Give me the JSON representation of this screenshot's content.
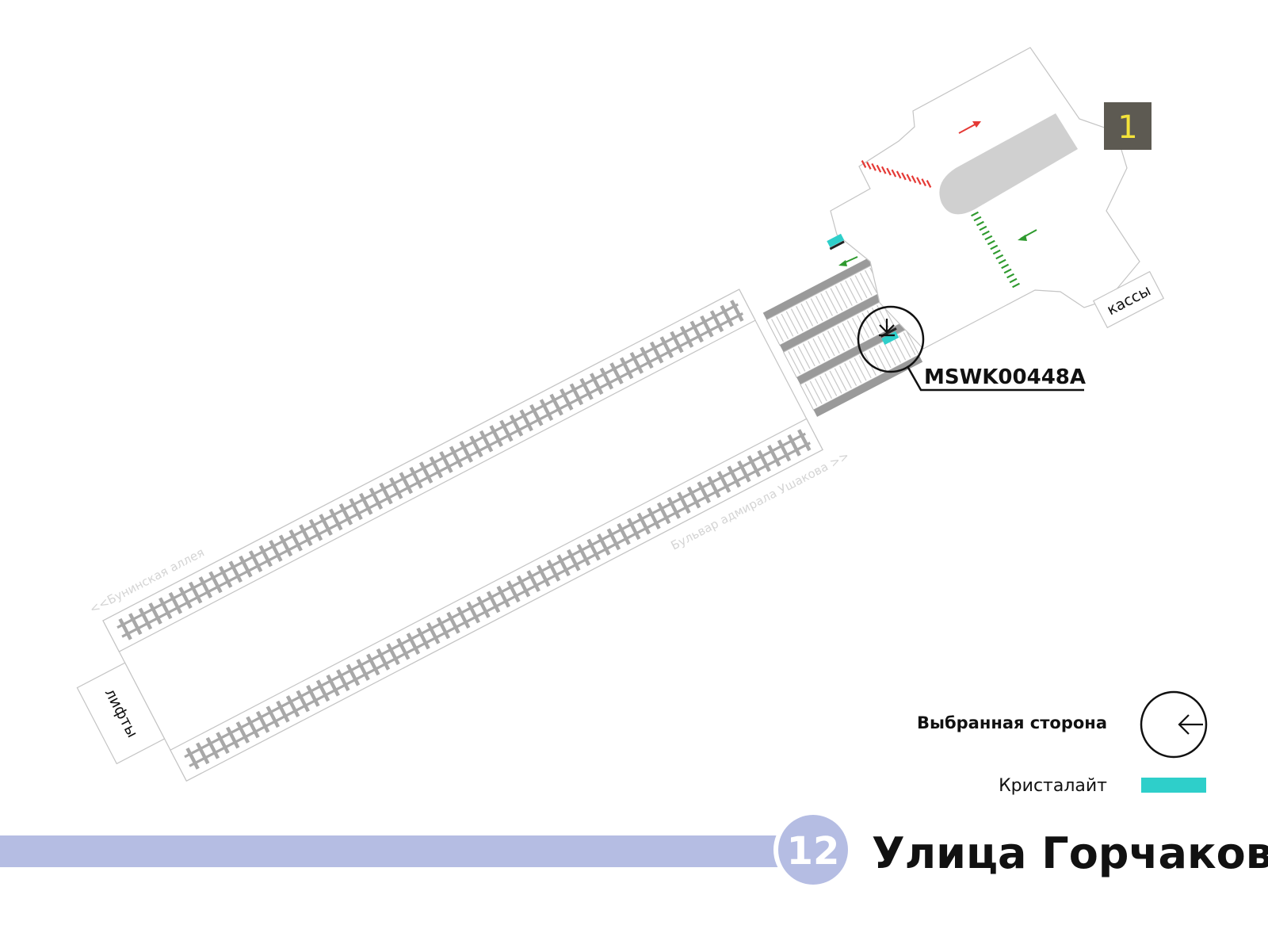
{
  "colors": {
    "line": "#b5bde3",
    "kristalait": "#2ecfca",
    "exit_badge_bg": "#5d5a52",
    "exit_badge_fg": "#f3e23a",
    "entry_marks": "#e53935",
    "exit_marks": "#2e9a2e",
    "track": "#a8a8a8",
    "outline": "#c4c4c4",
    "structure": "#d0d0d0"
  },
  "exit": {
    "number": "1"
  },
  "labels": {
    "kassy": "кассы",
    "lifty": "лифты",
    "street_left": "<<Бунинская аллея",
    "street_right": "Бульвар адмирала Ушакова >>"
  },
  "callout": {
    "code": "MSWK00448A",
    "icon": "arrow-down-icon"
  },
  "legend": {
    "selected_side": "Выбранная сторона",
    "selected_side_icon": "arrow-left-icon",
    "kristalait": "Кристалайт"
  },
  "station": {
    "line_number": "12",
    "name": "Улица Горчакова"
  },
  "tracks": [
    {
      "sleepers": 62
    },
    {
      "sleepers": 62
    }
  ]
}
